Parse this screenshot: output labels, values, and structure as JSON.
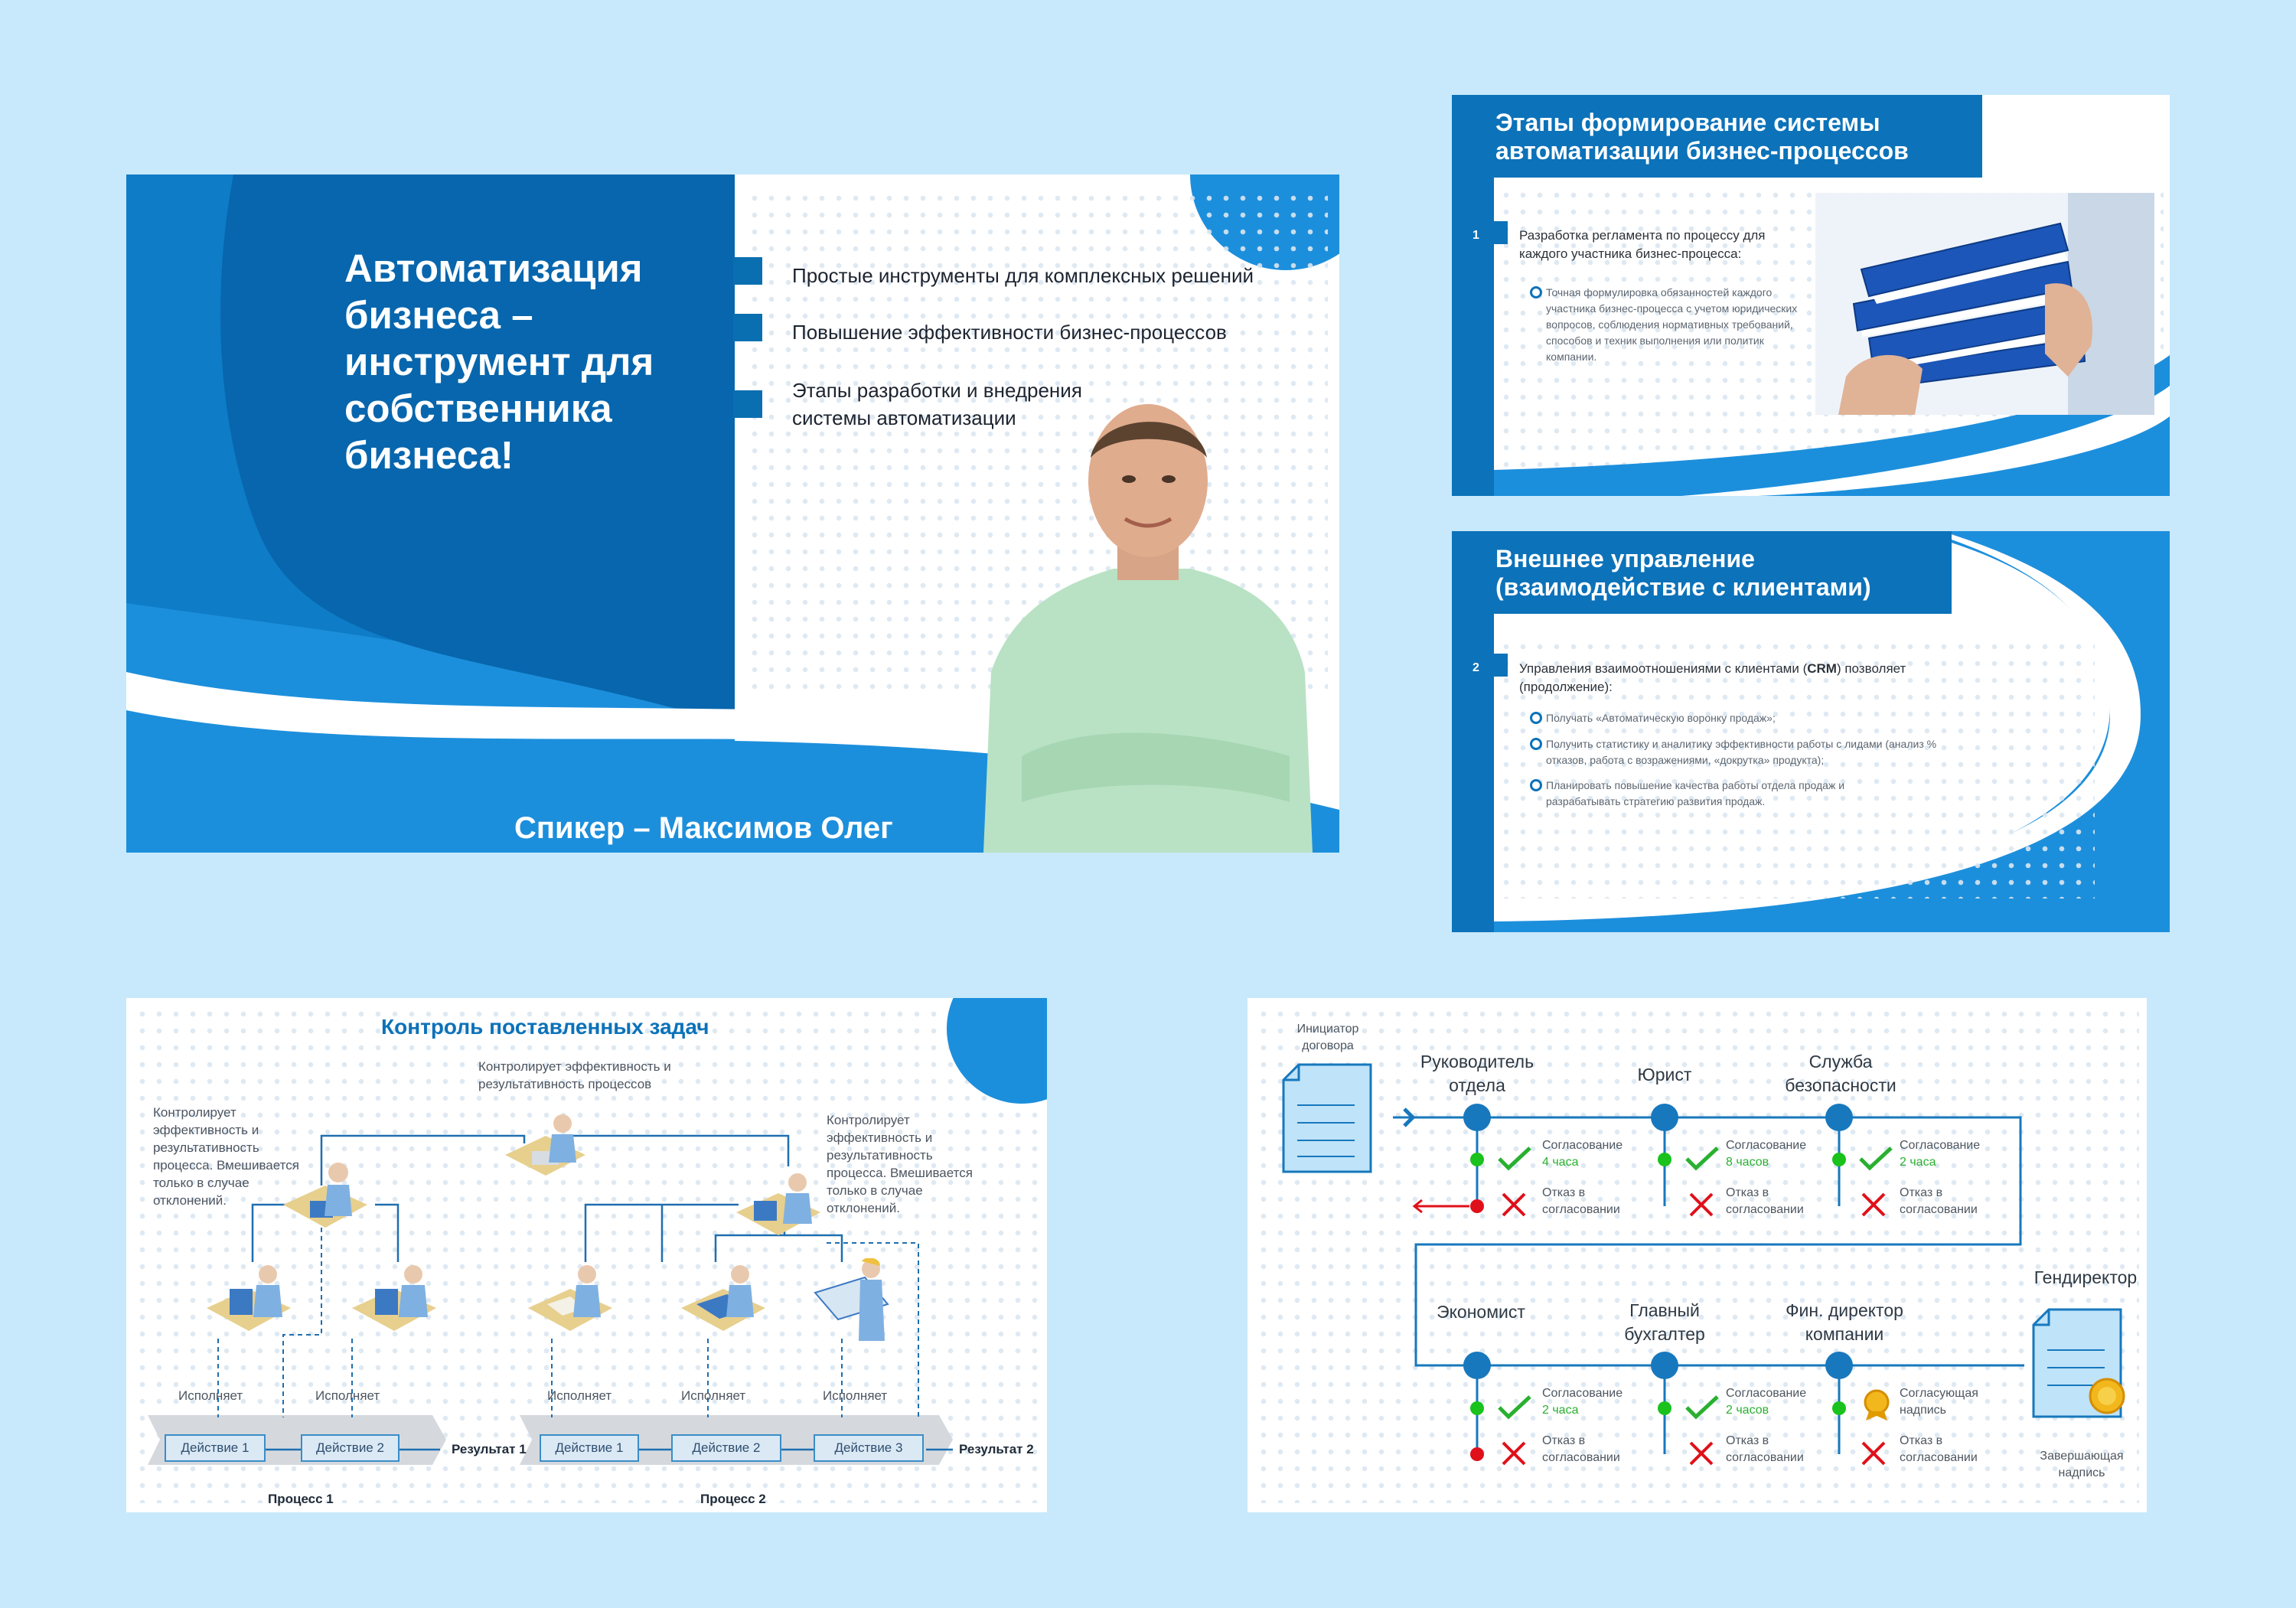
{
  "slide1": {
    "title": "Автоматизация бизнеса – инструмент для собственника бизнеса!",
    "points": [
      "Простые инструменты для комплексных решений",
      "Повышение эффективности бизнес-процессов",
      "Этапы разработки и внедрения системы автоматизации"
    ],
    "speaker": "Спикер – Максимов Олег"
  },
  "slide2": {
    "title": "Этапы формирование системы автоматизации бизнес-процессов",
    "number": "1",
    "point": "Разработка регламента по процессу для каждого участника бизнес-процесса:",
    "sub": "Точная формулировка обязанностей каждого участника бизнес-процесса с учетом юридических вопросов, соблюдения нормативных требований, способов и техник выполнения или политик компании."
  },
  "slide3": {
    "title": "Внешнее управление (взаимодействие с клиентами)",
    "number": "2",
    "point_pre": "Управления взаимоотношениями с клиентами (",
    "point_bold": "CRM",
    "point_post": ") позволяет (продолжение):",
    "subs": [
      "Получать «Автоматическую воронку продаж»;",
      "Получить статистику и аналитику эффективности работы с лидами (анализ % отказов, работа с возражениями, «докрутка» продукта);",
      "Планировать повышение качества работы отдела продаж и разрабатывать стратегию развития продаж."
    ]
  },
  "slide4": {
    "title": "Контроль поставленных задач",
    "top_label": "Контролирует эффективность и результативность процессов",
    "left_label": "Контролирует эффективность и результативность процесса. Вмешивается только в случае отклонений.",
    "right_label": "Контролирует эффективность и результативность процесса. Вмешивается только в случае отклонений.",
    "executes": "Исполняет",
    "process1": {
      "name": "Процесс 1",
      "actions": [
        "Действие 1",
        "Действие 2"
      ],
      "result": "Результат 1"
    },
    "process2": {
      "name": "Процесс 2",
      "actions": [
        "Действие 1",
        "Действие 2",
        "Действие 3"
      ],
      "result": "Результат 2"
    }
  },
  "slide5": {
    "initiator": "Инициатор договора",
    "row1": [
      {
        "role": "Руководитель отдела",
        "approve": "Согласование",
        "time": "4 часа",
        "reject": "Отказ в согласовании"
      },
      {
        "role": "Юрист",
        "approve": "Согласование",
        "time": "8 часов",
        "reject": "Отказ в согласовании"
      },
      {
        "role": "Служба безопасности",
        "approve": "Согласование",
        "time": "2 часа",
        "reject": "Отказ в согласовании"
      }
    ],
    "row2": [
      {
        "role": "Экономист",
        "approve": "Согласование",
        "time": "2 часа",
        "reject": "Отказ в согласовании"
      },
      {
        "role": "Главный бухгалтер",
        "approve": "Согласование",
        "time": "2 часов",
        "reject": "Отказ в согласовании"
      },
      {
        "role": "Фин. директор компании",
        "approve": "Согласующая надпись",
        "time": "",
        "reject": "Отказ в согласовании"
      }
    ],
    "ceo": "Гендиректор",
    "final": "Завершающая надпись"
  }
}
